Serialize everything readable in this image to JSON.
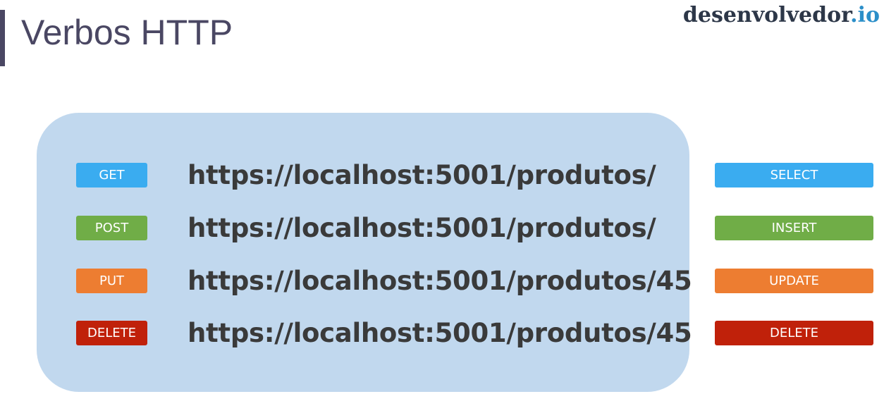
{
  "title": "Verbos HTTP",
  "brand": {
    "name": "desenvolvedor",
    "suffix": ".io"
  },
  "colors": {
    "title": "#4a4763",
    "panel": "#c1d8ee",
    "get": "#3aacf0",
    "post": "#70ad47",
    "put": "#ed7d31",
    "delete": "#c0210a",
    "brand_accent": "#2c8fc9"
  },
  "rows": [
    {
      "verb": "GET",
      "url": "https://localhost:5001/produtos/",
      "sql": "SELECT"
    },
    {
      "verb": "POST",
      "url": "https://localhost:5001/produtos/",
      "sql": "INSERT"
    },
    {
      "verb": "PUT",
      "url": "https://localhost:5001/produtos/45",
      "sql": "UPDATE"
    },
    {
      "verb": "DELETE",
      "url": "https://localhost:5001/produtos/45",
      "sql": "DELETE"
    }
  ]
}
